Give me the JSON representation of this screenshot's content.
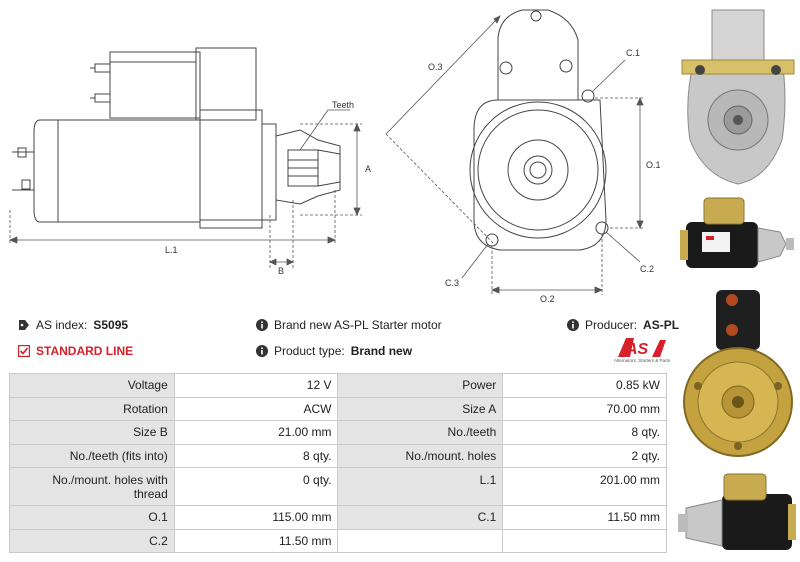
{
  "drawing": {
    "label_teeth": "Teeth",
    "label_a": "A",
    "label_b": "B",
    "label_l1": "L.1",
    "label_o3": "O.3",
    "label_c1": "C.1",
    "label_o1": "O.1",
    "label_c2": "C.2",
    "label_c3": "C.3",
    "label_o2": "O.2"
  },
  "info": {
    "as_index_label": "AS index:",
    "as_index_value": "S5095",
    "description": "Brand new AS-PL Starter motor",
    "producer_label": "Producer:",
    "producer_value": "AS-PL",
    "standard_line": "STANDARD LINE",
    "product_type_label": "Product type:",
    "product_type_value": "Brand new",
    "logo_text": "AS",
    "logo_tagline": "Alternators, Starters & Parts"
  },
  "specs": [
    {
      "l1": "Voltage",
      "v1": "12 V",
      "l2": "Power",
      "v2": "0.85 kW"
    },
    {
      "l1": "Rotation",
      "v1": "ACW",
      "l2": "Size A",
      "v2": "70.00 mm"
    },
    {
      "l1": "Size B",
      "v1": "21.00 mm",
      "l2": "No./teeth",
      "v2": "8 qty."
    },
    {
      "l1": "No./teeth (fits into)",
      "v1": "8 qty.",
      "l2": "No./mount. holes",
      "v2": "2 qty."
    },
    {
      "l1": "No./mount. holes with thread",
      "v1": "0 qty.",
      "l2": "L.1",
      "v2": "201.00 mm"
    },
    {
      "l1": "O.1",
      "v1": "115.00 mm",
      "l2": "C.1",
      "v2": "11.50 mm"
    },
    {
      "l1": "C.2",
      "v1": "11.50 mm",
      "l2": "",
      "v2": ""
    }
  ],
  "colors": {
    "accent_red": "#d6202a",
    "label_cell": "#e4e4e4",
    "border": "#c9c9c9"
  }
}
